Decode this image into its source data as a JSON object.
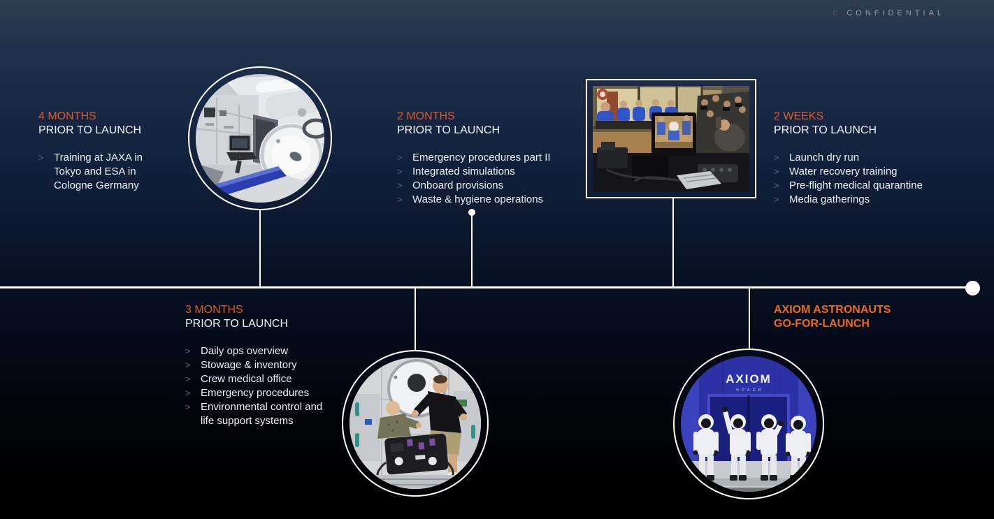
{
  "meta": {
    "confidential_prefix": "C",
    "confidential_label": "CONFIDENTIAL"
  },
  "ui": {
    "bullet_glyph": ">"
  },
  "colors": {
    "accent_orange": "#DC5B27",
    "accent_orange_bold": "#EE6A15",
    "background_top": "#2F3D51",
    "background_bottom": "#000000",
    "timeline_line": "#FFFFFF",
    "body_text": "#EDF0F4",
    "chevron_gray": "#5F6B7C"
  },
  "milestones": [
    {
      "heading": "4 MONTHS",
      "subheading": "PRIOR TO LAUNCH",
      "bullets": [
        "Training at JAXA in Tokyo and ESA in Cologne Germany"
      ]
    },
    {
      "heading": "2 MONTHS",
      "subheading": "PRIOR TO LAUNCH",
      "bullets": [
        "Emergency procedures part II",
        "Integrated simulations",
        "Onboard provisions",
        "Waste & hygiene operations"
      ]
    },
    {
      "heading": "2 WEEKS",
      "subheading": "PRIOR TO LAUNCH",
      "bullets": [
        "Launch dry run",
        "Water recovery training",
        "Pre-flight medical quarantine",
        "Media gatherings"
      ]
    },
    {
      "heading": "3 MONTHS",
      "subheading": "PRIOR TO LAUNCH",
      "bullets": [
        "Daily ops overview",
        "Stowage & inventory",
        "Crew medical office",
        "Emergency procedures",
        "Environmental control and life support systems"
      ]
    },
    {
      "heading": "AXIOM ASTRONAUTS",
      "subheading": "GO-FOR-LAUNCH",
      "bullets": []
    }
  ],
  "images": [
    {
      "name": "training-module-interior",
      "alt": "Space station training module interior"
    },
    {
      "name": "press-conference-media",
      "alt": "Crew press conference viewed past a monitor with media gathered"
    },
    {
      "name": "iss-mockup-training",
      "alt": "Two astronauts training with equipment in an ISS mockup"
    },
    {
      "name": "axiom-crew-walkout",
      "alt": "Four suited Axiom astronauts at walkout in front of Axiom Space doors"
    }
  ],
  "axiom_logo": {
    "brand": "AXIOM",
    "sub": "SPACE"
  }
}
